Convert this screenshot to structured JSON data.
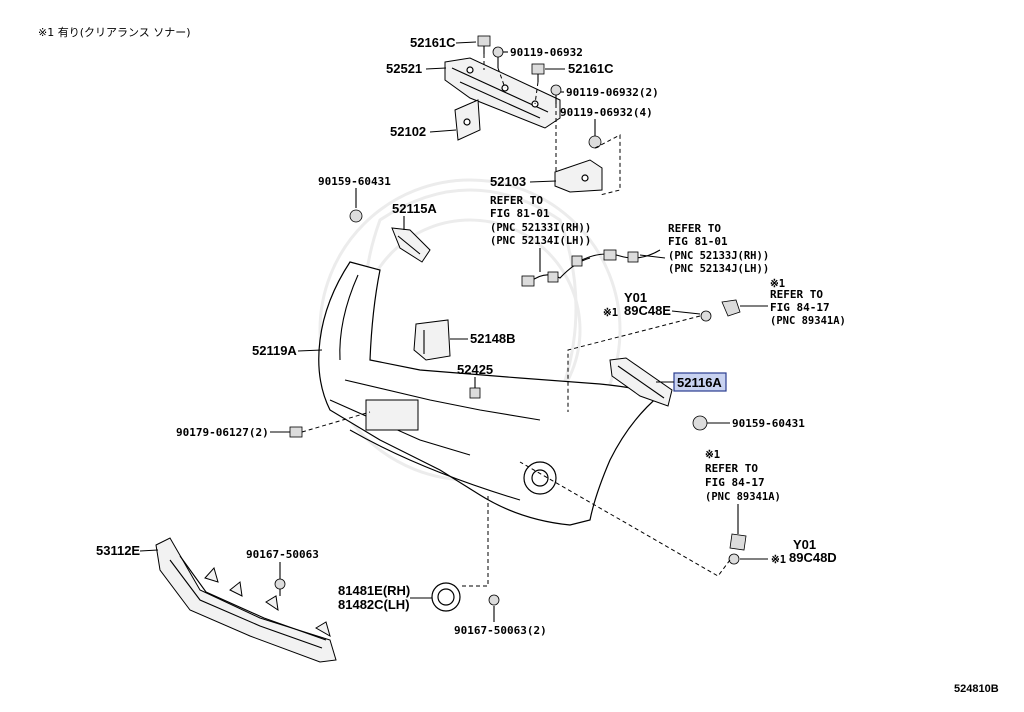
{
  "note": "※1 有り(クリアランス ソナー)",
  "diagram_id": "524810B",
  "labels": {
    "p52161c_top": "52161C",
    "p90119_06932": "90119-06932",
    "p52521": "52521",
    "p52161c_mid": "52161C",
    "p90119_06932_2": "90119-06932(2)",
    "p90119_06932_4": "90119-06932(4)",
    "p52102": "52102",
    "p52103": "52103",
    "p90159_60431_left": "90159-60431",
    "p52115a": "52115A",
    "ref1_line1": "REFER TO",
    "ref1_line2": "FIG 81-01",
    "ref1_line3": "(PNC 52133I(RH))",
    "ref1_line4": "(PNC 52134I(LH))",
    "ref2_line1": "REFER TO",
    "ref2_line2": "FIG 81-01",
    "ref2_line3": "(PNC 52133J(RH))",
    "ref2_line4": "(PNC 52134J(LH))",
    "ref3_mark": "※1",
    "ref3_line1": "REFER TO",
    "ref3_line2": "FIG 84-17",
    "ref3_line3": "(PNC 89341A)",
    "y01_top": "Y01",
    "mark_89c48e": "※1",
    "p89c48e": "89C48E",
    "p52119a": "52119A",
    "p52148b": "52148B",
    "p52425": "52425",
    "p52116a": "52116A",
    "p90179_06127_2": "90179-06127(2)",
    "p90159_60431_right": "90159-60431",
    "ref4_mark": "※1",
    "ref4_line1": "REFER TO",
    "ref4_line2": "FIG 84-17",
    "ref4_line3": "(PNC 89341A)",
    "y01_bottom": "Y01",
    "mark_89c48d": "※1",
    "p89c48d": "89C48D",
    "p53112e": "53112E",
    "p90167_50063": "90167-50063",
    "p81481e": "81481E(RH)",
    "p81482c": "81482C(LH)",
    "p90167_50063_2": "90167-50063(2)"
  }
}
